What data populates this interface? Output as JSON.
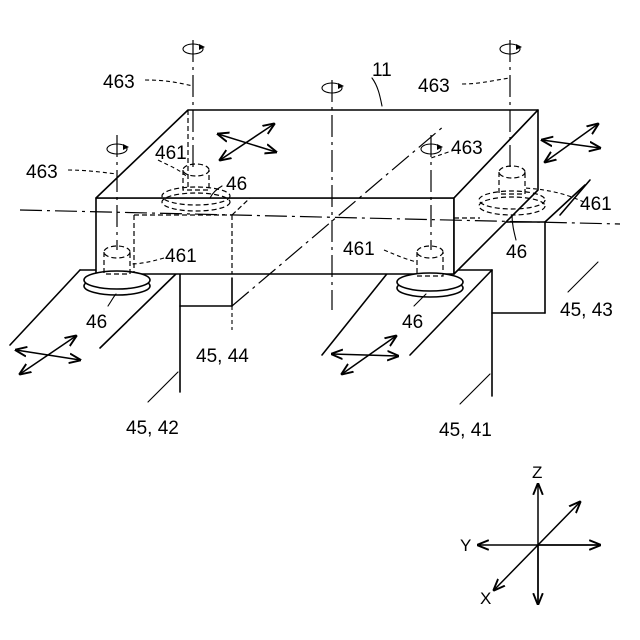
{
  "labels": {
    "block": "11",
    "rot_axis_tl": "463",
    "rot_axis_tr": "463",
    "rot_axis_left": "463",
    "rot_axis_mid": "463",
    "pin_tl": "461",
    "pin_left": "461",
    "pin_mid": "461",
    "pin_right": "461",
    "foot_tl": "46",
    "foot_left": "46",
    "foot_mid": "46",
    "foot_right": "46",
    "stage_44": "45, 44",
    "stage_42": "45, 42",
    "stage_41": "45, 41",
    "stage_43": "45, 43"
  },
  "axes": {
    "z": "Z",
    "y": "Y",
    "x": "X"
  }
}
